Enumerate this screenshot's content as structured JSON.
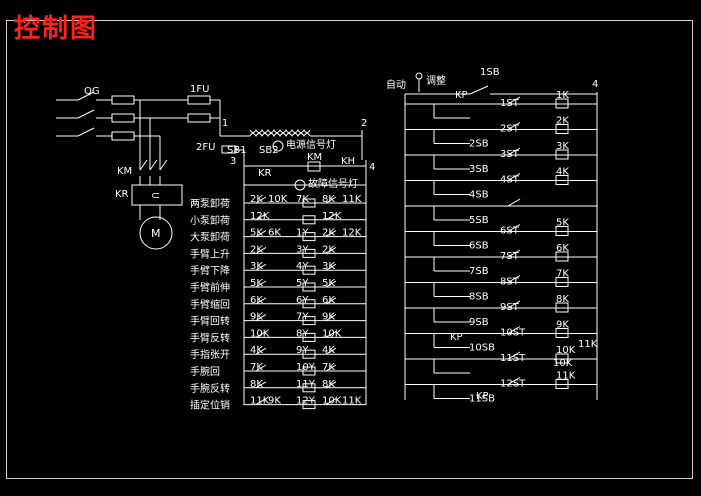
{
  "title": "控制图",
  "power": {
    "qg": "QG",
    "fu1": "1FU",
    "fu2": "2FU",
    "km": "KM",
    "kr": "KR",
    "m": "M",
    "n1": "1",
    "n2": "2",
    "n3": "3",
    "n4": "4"
  },
  "control": {
    "sb1": "SB1",
    "sb2": "SB2",
    "km_contact": "KM",
    "kh_contact": "KH",
    "kr_contact": "KR",
    "km_contact2": "KM",
    "power_lamp": "电源信号灯",
    "fault_lamp": "故障信号灯",
    "sb_small": "2SB",
    "rows": [
      {
        "label": "两泵卸荷",
        "a": "2K",
        "b": "10K",
        "c": "7K",
        "d": "8K",
        "e": "11K"
      },
      {
        "label": "小泵卸荷",
        "a": "12K",
        "b": "",
        "c": "",
        "d": "12K",
        "e": ""
      },
      {
        "label": "大泵卸荷",
        "a": "5K",
        "b": "6K",
        "c": "1Y",
        "d": "2K",
        "e": "12K"
      },
      {
        "label": "手臂上升",
        "a": "2K",
        "b": "",
        "c": "3Y",
        "d": "2K",
        "e": ""
      },
      {
        "label": "手臂下降",
        "a": "3K",
        "b": "",
        "c": "4Y",
        "d": "3K",
        "e": ""
      },
      {
        "label": "手臂前伸",
        "a": "5K",
        "b": "",
        "c": "5Y",
        "d": "5K",
        "e": ""
      },
      {
        "label": "手臂缩回",
        "a": "6K",
        "b": "",
        "c": "6Y",
        "d": "6K",
        "e": ""
      },
      {
        "label": "手臂回转",
        "a": "9K",
        "b": "",
        "c": "7Y",
        "d": "9K",
        "e": ""
      },
      {
        "label": "手臂反转",
        "a": "10K",
        "b": "",
        "c": "8Y",
        "d": "10K",
        "e": ""
      },
      {
        "label": "手指张开",
        "a": "4K",
        "b": "",
        "c": "9Y",
        "d": "4K",
        "e": ""
      },
      {
        "label": "手腕回",
        "a": "7K",
        "b": "",
        "c": "10Y",
        "d": "7K",
        "e": ""
      },
      {
        "label": "手腕反转",
        "a": "8K",
        "b": "",
        "c": "11Y",
        "d": "8K",
        "e": ""
      },
      {
        "label": "插定位销",
        "a": "11K",
        "b": "9K",
        "c": "12Y",
        "d": "10K",
        "e": "11K"
      }
    ]
  },
  "sequence": {
    "auto": "自动",
    "adjust": "调整",
    "sb1": "1SB",
    "n4": "4",
    "kp": "KP",
    "steps": [
      {
        "sb": "",
        "st": "1ST",
        "k": "1K"
      },
      {
        "sb": "2SB",
        "st": "2ST",
        "k": "2K"
      },
      {
        "sb": "3SB",
        "st": "3ST",
        "k": "3K"
      },
      {
        "sb": "4SB",
        "st": "4ST",
        "k": "4K"
      },
      {
        "sb": "5SB",
        "st": "",
        "k": ""
      },
      {
        "sb": "6SB",
        "st": "6ST",
        "k": "5K"
      },
      {
        "sb": "7SB",
        "st": "7ST",
        "k": "6K"
      },
      {
        "sb": "8SB",
        "st": "8ST",
        "k": "7K"
      },
      {
        "sb": "9SB",
        "st": "9ST",
        "k": "8K"
      },
      {
        "sb": "10SB",
        "st": "10ST",
        "k": "9K"
      },
      {
        "sb": "",
        "st": "11ST",
        "k": "10K"
      },
      {
        "sb": "11SB",
        "st": "12ST",
        "k": "11K"
      }
    ],
    "kp2": "KP",
    "k11": "11K",
    "k10": "10K",
    "kp3": "KP"
  }
}
